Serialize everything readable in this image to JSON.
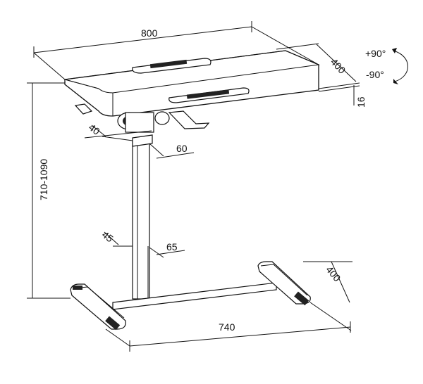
{
  "dimensions": {
    "desktop_width": "800",
    "desktop_depth": "400",
    "desktop_thickness": "16",
    "height_range": "710-1090",
    "column_outer_depth": "40",
    "column_outer_width": "60",
    "column_inner_depth": "45",
    "column_inner_width": "65",
    "base_depth": "400",
    "base_width": "740"
  },
  "tilt": {
    "positive": "+90°",
    "negative": "-90°"
  }
}
